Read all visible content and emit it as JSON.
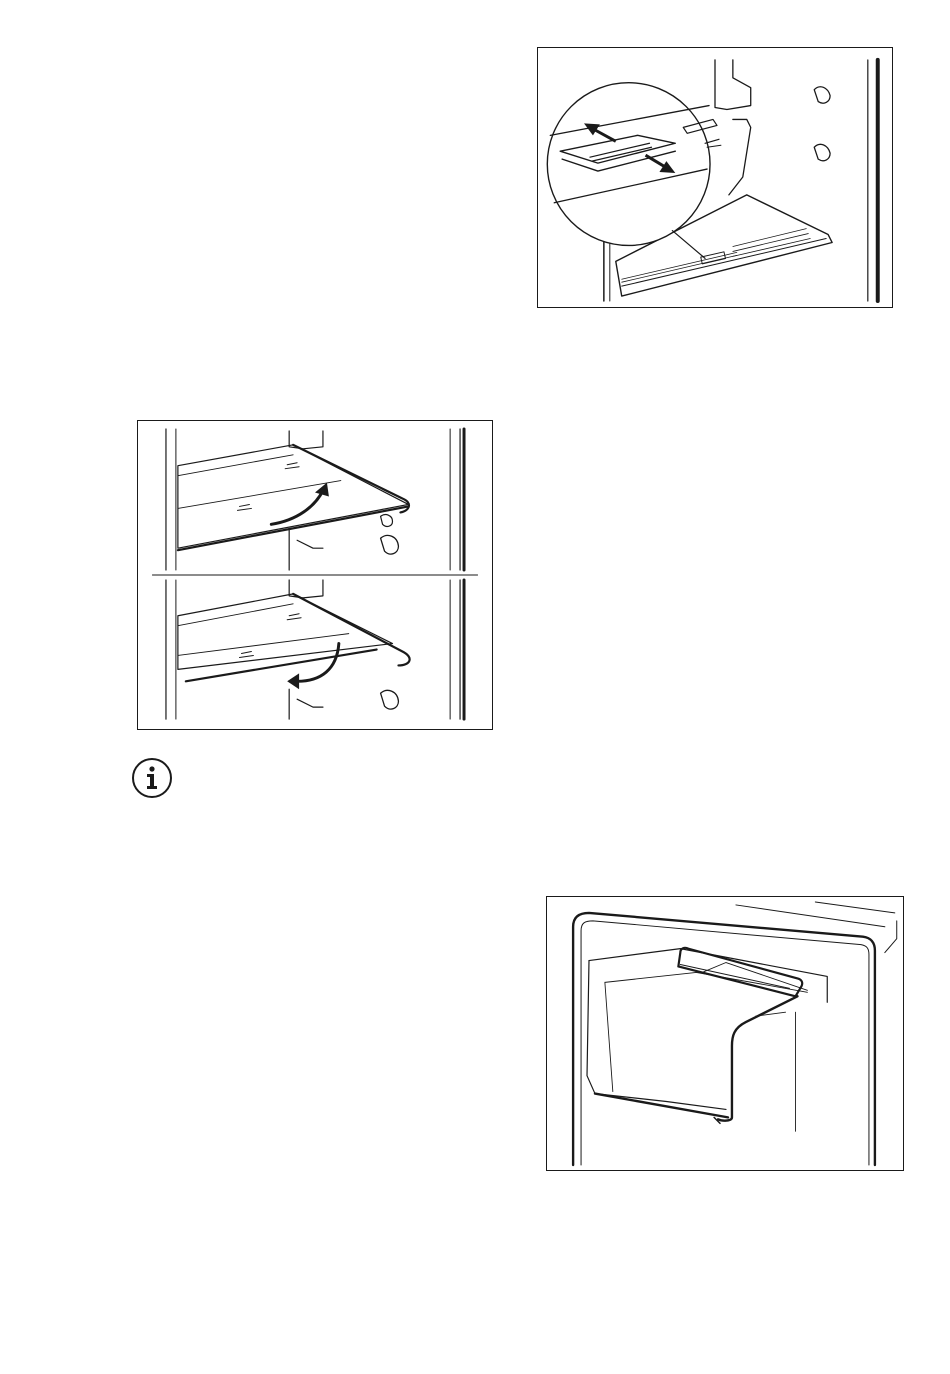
{
  "page": {
    "figures": [
      {
        "id": "fig-vent",
        "depicts": "shelf-vent-slider-detail"
      },
      {
        "id": "fig-shelf",
        "depicts": "glass-shelf-tilt-removal"
      },
      {
        "id": "fig-dispenser",
        "depicts": "water-dispenser-recess"
      }
    ]
  },
  "icons": {
    "info": "info-icon",
    "arrow": "double-arrow-icon"
  },
  "colors": {
    "line": "#1a1a1a",
    "background": "#ffffff"
  }
}
